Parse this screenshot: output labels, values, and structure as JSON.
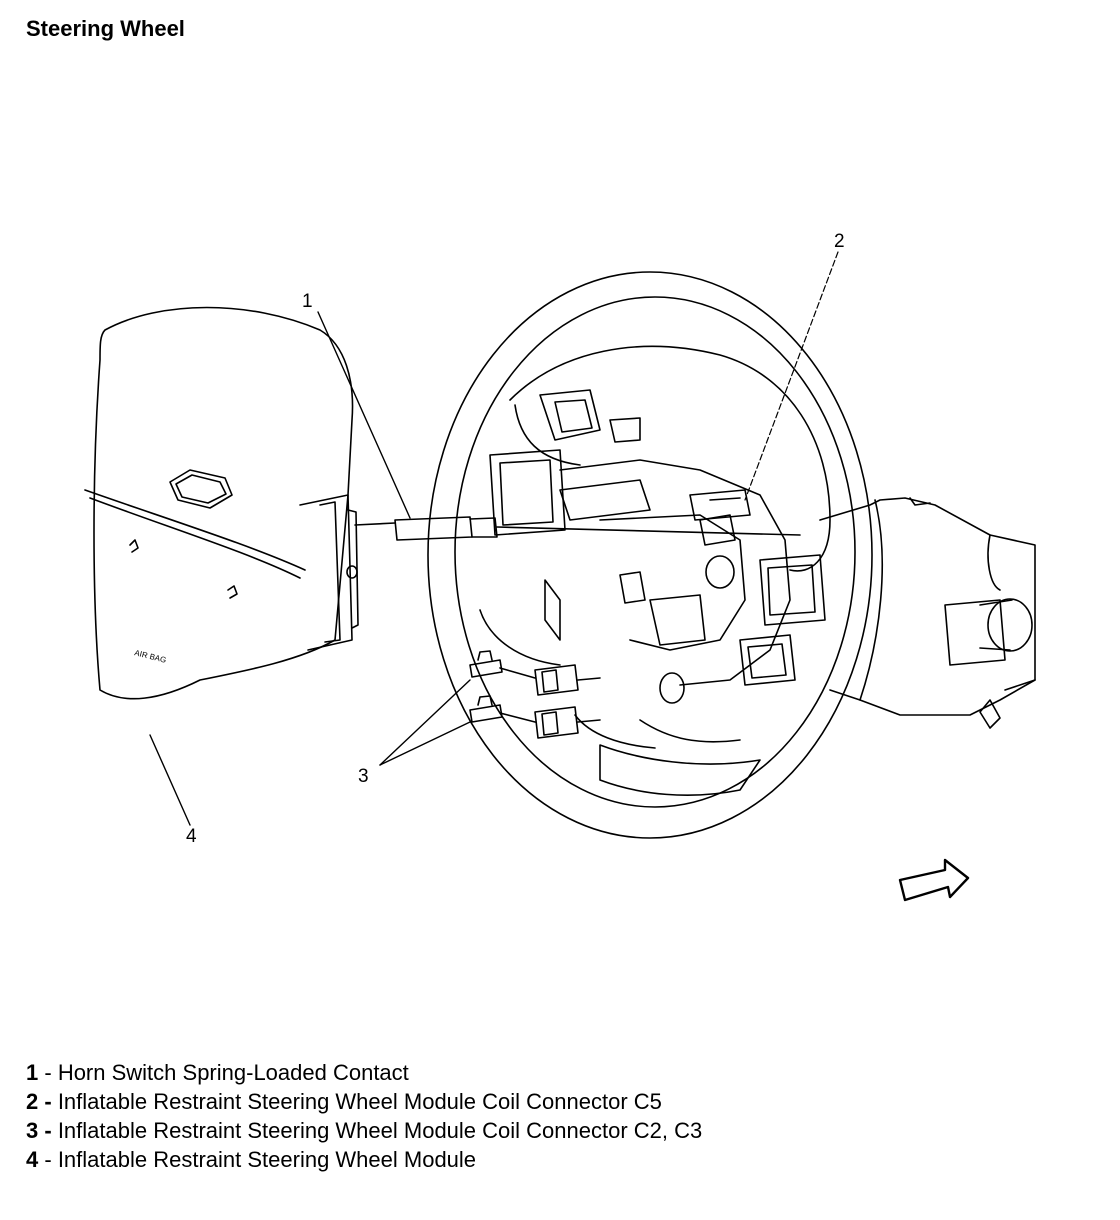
{
  "title": "Steering Wheel",
  "airbag_label": "AIR BAG",
  "callouts": [
    "1",
    "2",
    "3",
    "4"
  ],
  "legend": [
    {
      "num": "1",
      "sep": " - ",
      "text": "Horn Switch Spring-Loaded Contact"
    },
    {
      "num": "2",
      "sep": " - ",
      "text": "Inflatable Restraint Steering Wheel Module Coil Connector C5"
    },
    {
      "num": "3",
      "sep": " - ",
      "text": "Inflatable Restraint Steering Wheel Module Coil Connector C2, C3"
    },
    {
      "num": "4",
      "sep": " - ",
      "text": "Inflatable Restraint Steering Wheel Module"
    }
  ]
}
